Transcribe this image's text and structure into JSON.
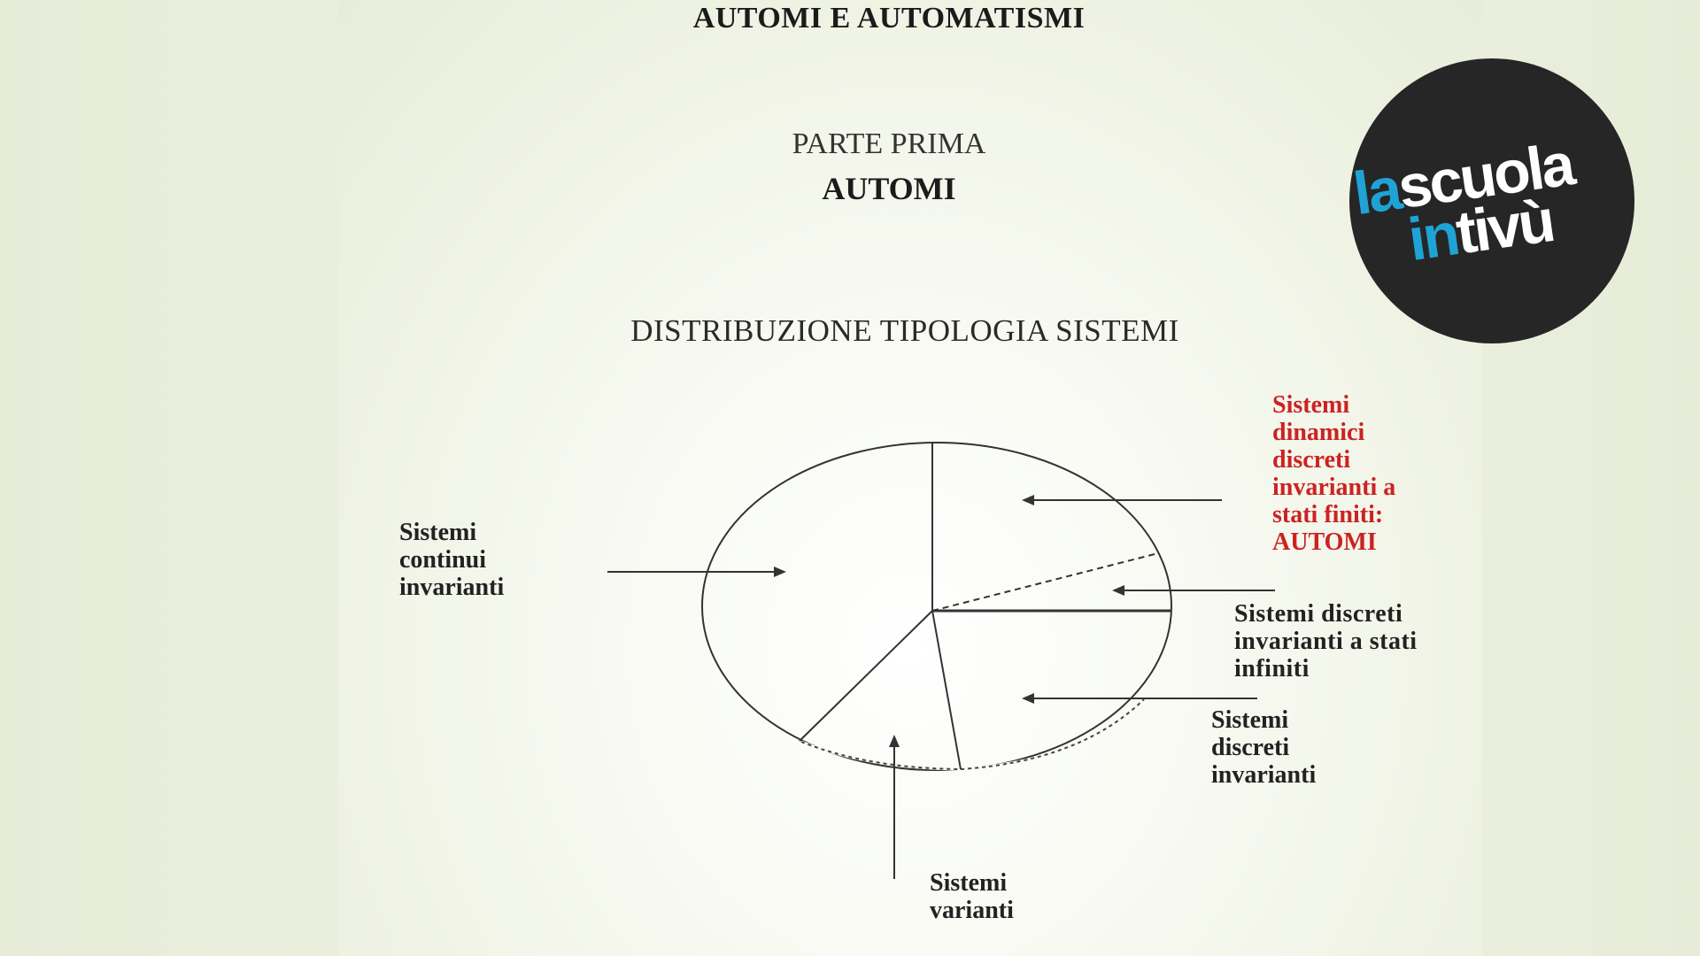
{
  "slide": {
    "title": "AUTOMI E AUTOMATISMI",
    "part": "PARTE PRIMA",
    "subtitle": "AUTOMI",
    "diagram_title": "DISTRIBUZIONE  TIPOLOGIA SISTEMI"
  },
  "labels": {
    "continui": [
      "Sistemi",
      "continui",
      "invarianti"
    ],
    "automi": [
      "Sistemi",
      "dinamici",
      "discreti",
      "invarianti  a",
      "stati finiti:",
      "AUTOMI"
    ],
    "infiniti": [
      "Sistemi discreti",
      "invarianti  a  stati",
      "infiniti"
    ],
    "discreti": [
      "Sistemi",
      "discreti",
      "invarianti"
    ],
    "varianti": [
      "Sistemi",
      "varianti"
    ]
  },
  "logo": {
    "part1": "la",
    "part2": "scuola",
    "part3": "in",
    "part4": "tivù"
  },
  "colors": {
    "highlight": "#cc2222",
    "logo_blue": "#1fa3d6",
    "logo_bg": "#262626"
  }
}
